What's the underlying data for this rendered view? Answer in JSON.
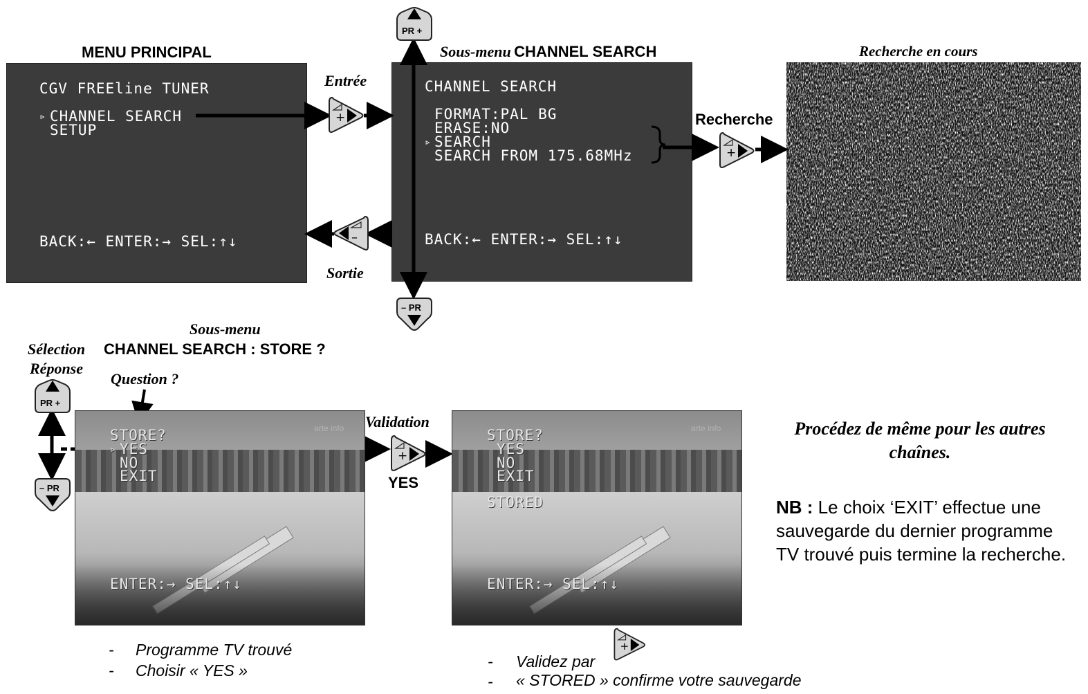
{
  "headers": {
    "main_menu": "MENU PRINCIPAL",
    "submenu_prefix": "Sous-menu",
    "submenu_title": "CHANNEL SEARCH",
    "searching": "Recherche en cours",
    "store_prefix": "Sous-menu",
    "store_title": "CHANNEL SEARCH : STORE ?"
  },
  "labels": {
    "enter": "Entrée",
    "exit": "Sortie",
    "search": "Recherche",
    "selection": "Sélection",
    "answer": "Réponse",
    "question": "Question ?",
    "validation": "Validation",
    "yes": "YES"
  },
  "screen_main": {
    "title": "CGV FREEline TUNER",
    "items": [
      "CHANNEL SEARCH",
      "SETUP"
    ],
    "selected_marker": "▹",
    "footer": "BACK:← ENTER:→ SEL:↑↓"
  },
  "screen_search": {
    "title": "CHANNEL SEARCH",
    "items": [
      "FORMAT:PAL BG",
      "ERASE:NO",
      "SEARCH",
      "SEARCH FROM 175.68MHz"
    ],
    "selected_marker": "▹",
    "footer": "BACK:← ENTER:→ SEL:↑↓"
  },
  "screen_store": {
    "lines": [
      "STORE?",
      "YES",
      "NO",
      "EXIT"
    ],
    "selected_marker": "▹",
    "footer": "ENTER:→ SEL:↑↓"
  },
  "screen_stored": {
    "lines": [
      "STORE?",
      "YES",
      "NO",
      "EXIT"
    ],
    "confirm": "STORED",
    "footer": "ENTER:→ SEL:↑↓"
  },
  "remote": {
    "pr_plus": "PR +",
    "pr_minus": "– PR",
    "plus": "+",
    "minus": "–"
  },
  "note": {
    "italic": "Procédez de même pour les autres chaînes.",
    "nb_label": "NB :",
    "nb_text": "Le choix ‘EXIT’ effectue une sauvegarde du dernier programme TV trouvé puis termine la recherche."
  },
  "bullets_left": [
    "Programme TV trouvé",
    "Choisir « YES »"
  ],
  "bullets_right": [
    "Validez par",
    "« STORED » confirme votre sauvegarde"
  ],
  "bullet_dash": "-"
}
